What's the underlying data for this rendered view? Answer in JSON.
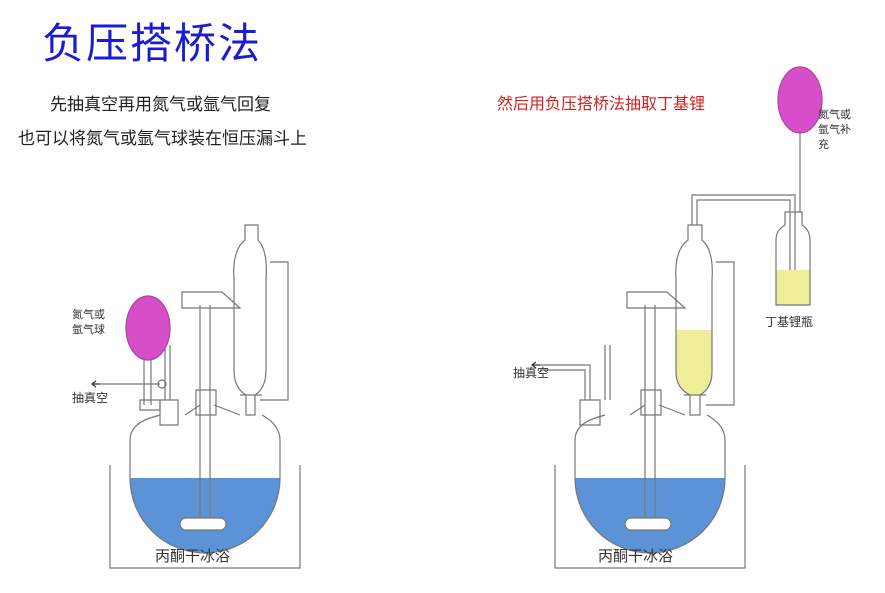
{
  "title": "负压搭桥法",
  "left_panel": {
    "line1": "先抽真空再用氮气或氩气回复",
    "line2": "也可以将氮气或氩气球装在恒压漏斗上",
    "balloon_label_1": "氮气或",
    "balloon_label_2": "氩气球",
    "vacuum_label": "抽真空",
    "bath_label": "丙酮干冰浴"
  },
  "right_panel": {
    "line1": "然后用负压搭桥法抽取丁基锂",
    "balloon_label_1": "氮气或",
    "balloon_label_2": "氩气补",
    "balloon_label_3": "充",
    "bottle_label": "丁基锂瓶",
    "vacuum_label": "抽真空",
    "bath_label": "丙酮干冰浴"
  },
  "colors": {
    "title": "#1c1ccf",
    "highlight": "#d42020",
    "balloon": "#d64fc8",
    "solvent": "#5b93d6",
    "reagent": "#eeee99"
  }
}
